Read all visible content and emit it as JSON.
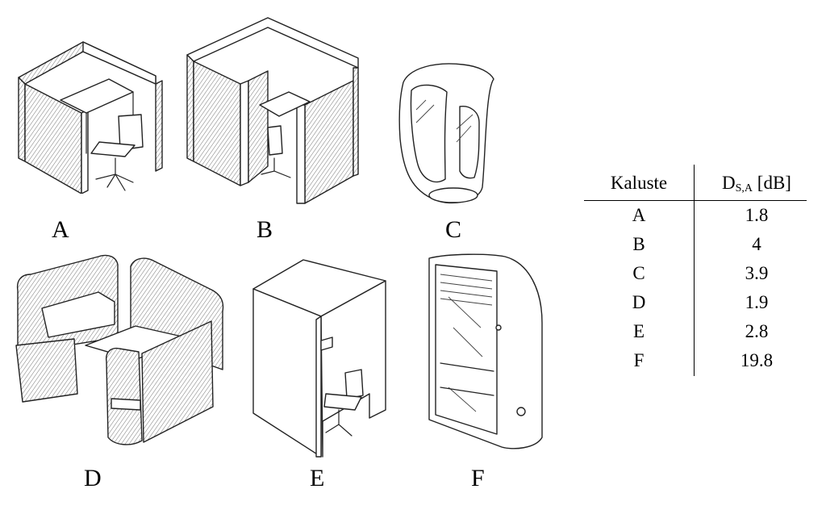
{
  "figures": [
    {
      "label": "A",
      "icon": "open-booth-desk-chair"
    },
    {
      "label": "B",
      "icon": "tall-booth-desk-chair"
    },
    {
      "label": "C",
      "icon": "curved-shell-pod"
    },
    {
      "label": "D",
      "icon": "upholstered-sofa-booth"
    },
    {
      "label": "E",
      "icon": "tall-cabinet-booth-chair"
    },
    {
      "label": "F",
      "icon": "enclosed-phone-pod"
    }
  ],
  "table": {
    "header": {
      "col1": "Kaluste",
      "col2_main": "D",
      "col2_sub": "S,A",
      "col2_unit": " [dB]"
    },
    "rows": [
      {
        "kaluste": "A",
        "value": "1.8"
      },
      {
        "kaluste": "B",
        "value": "4"
      },
      {
        "kaluste": "C",
        "value": "3.9"
      },
      {
        "kaluste": "D",
        "value": "1.9"
      },
      {
        "kaluste": "E",
        "value": "2.8"
      },
      {
        "kaluste": "F",
        "value": "19.8"
      }
    ]
  }
}
